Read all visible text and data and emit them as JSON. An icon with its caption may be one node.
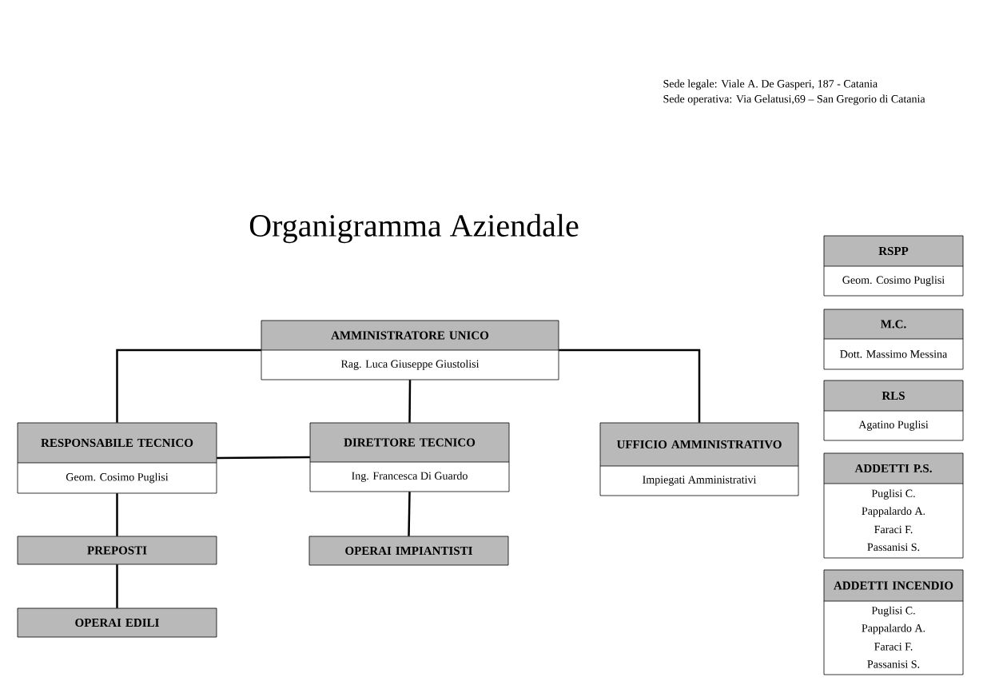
{
  "diagram": {
    "title": "Organigramma Aziendale",
    "nodes": [
      {
        "text": [
          "AMMINISTRATORE UNICO",
          "Rag. Luca Giuseppe Giustolisi"
        ]
      },
      {
        "text": [
          "RESPONSABILE TECNICO",
          "Geom. Cosimo Puglisi"
        ]
      },
      {
        "text": [
          "DIRETTORE TECNICO",
          "Ing. Francesca Di Guardo"
        ]
      },
      {
        "text": [
          "UFFICIO AMMINISTRATIVO",
          "Impiegati Amministrativi"
        ]
      },
      {
        "text": [
          "PREPOSTI"
        ]
      },
      {
        "text": [
          "OPERAI IMPIANTISTI"
        ]
      },
      {
        "text": [
          "OPERAI EDILI"
        ]
      },
      {
        "text": [
          "RSPP",
          "Geom. Cosimo Puglisi"
        ]
      },
      {
        "text": [
          "M.C.",
          "Dott. Massimo Messina"
        ]
      },
      {
        "text": [
          "RLS",
          "Agatino Puglisi"
        ]
      },
      {
        "text": [
          "ADDETTI P.S.",
          "Puglisi C.",
          "Pappalardo A.",
          "Faraci F.",
          "Passanisi S."
        ]
      },
      {
        "text": [
          "ADDETTI INCENDIO",
          "Puglisi C.",
          "Pappalardo A.",
          "Faraci F.",
          "Passanisi S."
        ]
      }
    ],
    "edges": [
      {
        "from": 0,
        "to": 1,
        "arrow": "none"
      },
      {
        "from": 0,
        "to": 2,
        "arrow": "none"
      },
      {
        "from": 0,
        "to": 3,
        "arrow": "none"
      },
      {
        "from": 1,
        "to": 2,
        "arrow": "none"
      },
      {
        "from": 1,
        "to": 4,
        "arrow": "none"
      },
      {
        "from": 4,
        "to": 6,
        "arrow": "none"
      },
      {
        "from": 2,
        "to": 5,
        "arrow": "none"
      }
    ],
    "labels": [
      "Sede legale: Viale A. De Gasperi, 187 - Catania",
      "Sede operativa: Via Gelatusi,69 – San Gregorio di Catania"
    ]
  }
}
